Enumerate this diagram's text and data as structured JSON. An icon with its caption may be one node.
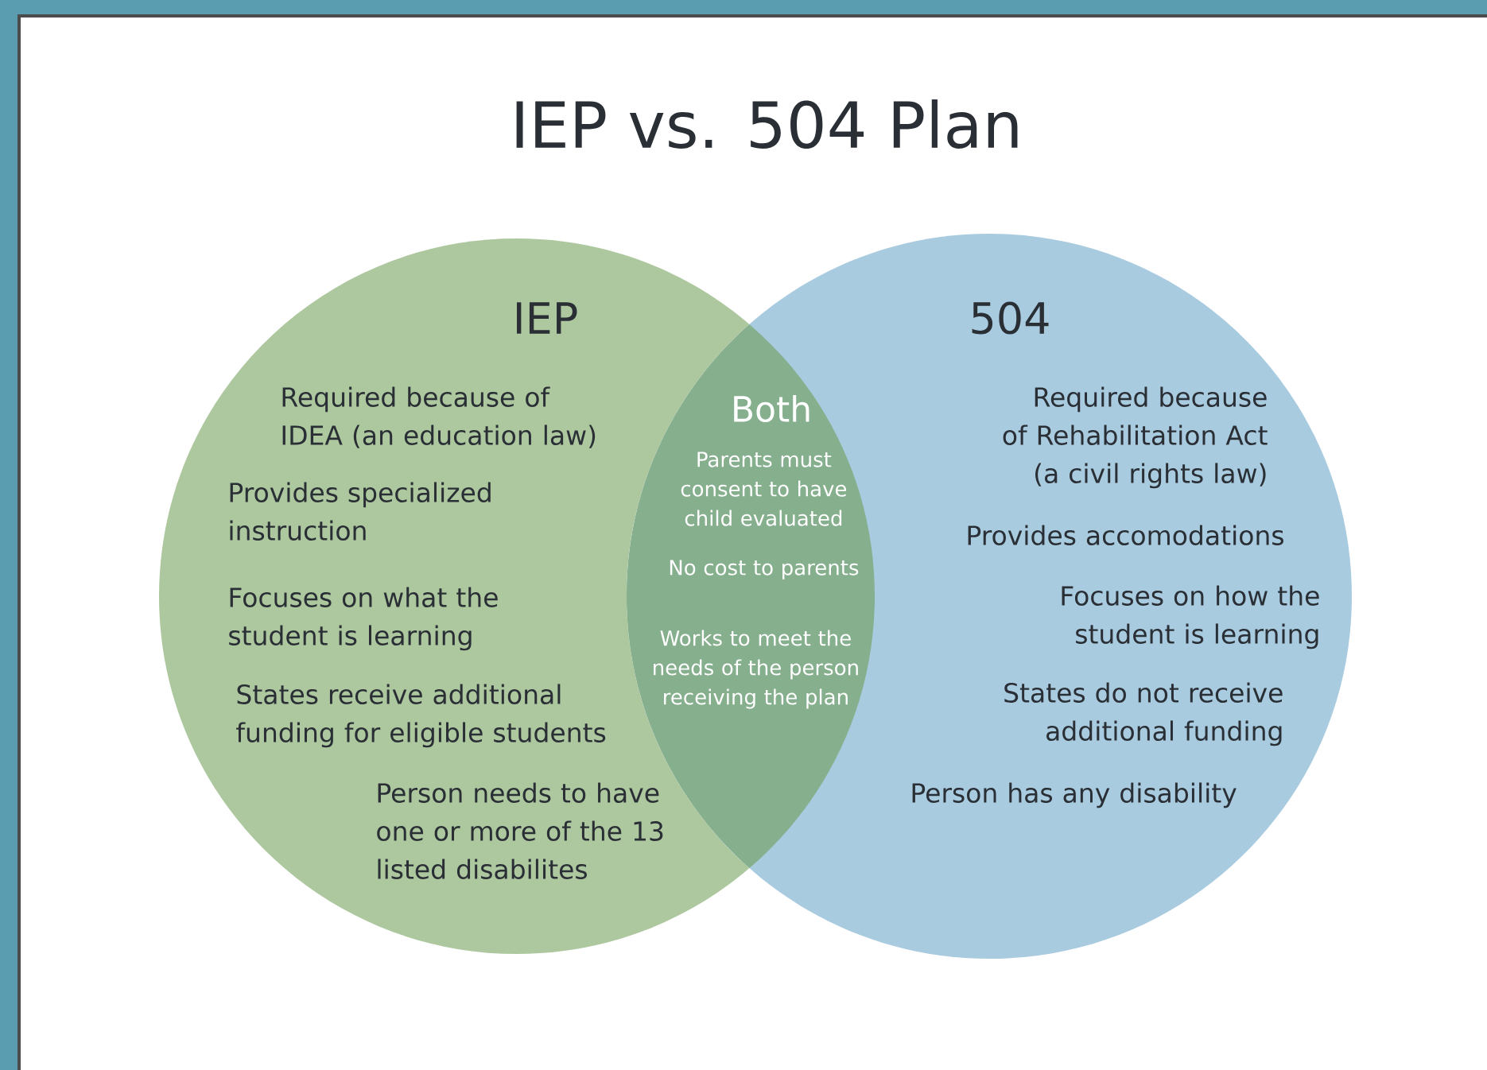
{
  "diagram": {
    "title": "IEP vs. 504 Plan",
    "nodes": [
      {
        "text": [
          "IEP",
          "Required because of IDEA (an education law)",
          "Provides specialized instruction",
          "Focuses on what the student is learning",
          "States receive additional funding for eligible students",
          "Person needs to have one or more of the 13 listed disabilites"
        ]
      },
      {
        "text": [
          "504",
          "Required because of Rehabilitation Act (a civil rights law)",
          "Provides accomodations",
          "Focuses on how the student is learning",
          "States do not receive additional funding",
          "Person has any disability"
        ]
      },
      {
        "text": [
          "Both",
          "Parents must consent to have child evaluated",
          "No cost to parents",
          "Works to meet the needs of the person receiving the plan"
        ]
      }
    ]
  }
}
